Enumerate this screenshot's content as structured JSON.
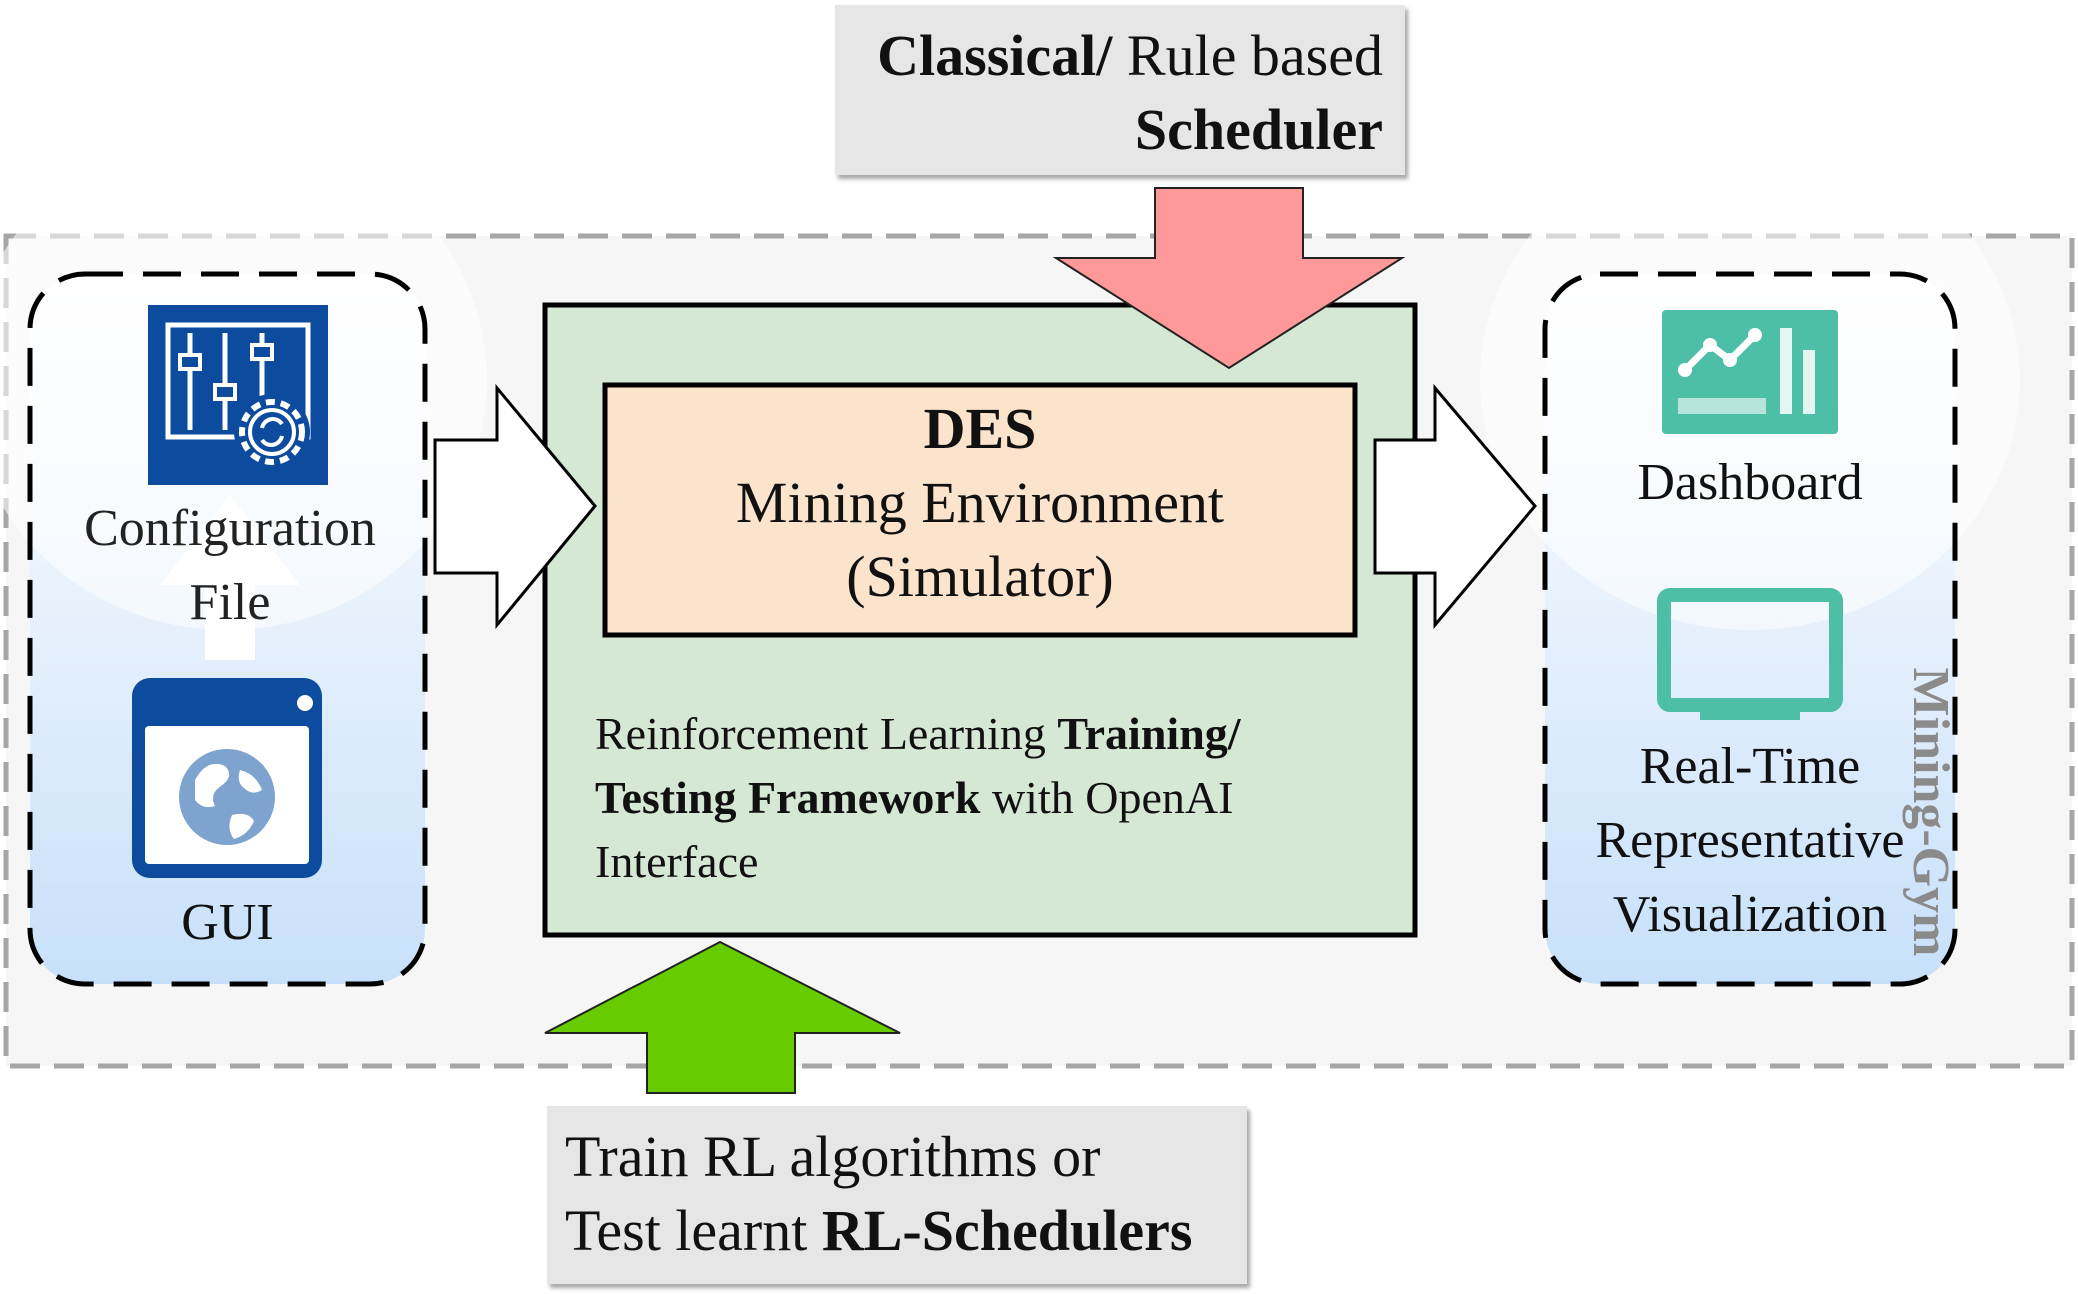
{
  "scheduler_box": {
    "line1_bold": "Classical/",
    "line1_rest": " Rule based",
    "line2_bold": "Scheduler"
  },
  "des_box": {
    "title": "DES",
    "line2": "Mining Environment",
    "line3": "(Simulator)"
  },
  "framework": {
    "part1": "Reinforcement Learning ",
    "part2_bold": "Training/",
    "part3_bold": "Testing Framework",
    "part4": " with OpenAI",
    "part5": "Interface"
  },
  "left_panel": {
    "config_line1": "Configuration",
    "config_line2": "File",
    "gui_label": "GUI"
  },
  "right_panel": {
    "dashboard_label": "Dashboard",
    "viz_line1": "Real-Time",
    "viz_line2": "Representative",
    "viz_line3": "Visualization"
  },
  "outer_label": "Mining-Gym",
  "train_box": {
    "line1": "Train RL algorithms or",
    "line2_plain": "Test learnt ",
    "line2_bold": "RL-Schedulers"
  },
  "colors": {
    "outer_bg": "#f6f6f6",
    "framework_green": "#d5e8d4",
    "des_orange": "#fce4cc",
    "red_arrow": "#ff9999",
    "green_arrow": "#66cc00",
    "config_icon": "#0c4b9d",
    "teal_icon": "#4cbfa6",
    "grey_box": "#e6e6e6"
  },
  "icons": [
    "sliders-gear-icon",
    "browser-globe-icon",
    "chart-dashboard-icon",
    "monitor-icon",
    "up-arrow-icon"
  ]
}
